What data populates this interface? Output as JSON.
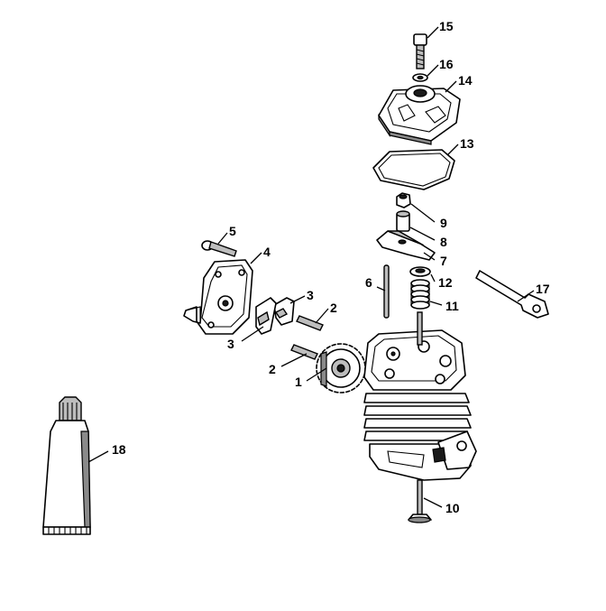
{
  "callouts": {
    "c1": "1",
    "c2a": "2",
    "c2b": "2",
    "c3a": "3",
    "c3b": "3",
    "c4": "4",
    "c5": "5",
    "c6": "6",
    "c7": "7",
    "c8": "8",
    "c9": "9",
    "c10": "10",
    "c11": "11",
    "c12": "12",
    "c13": "13",
    "c14": "14",
    "c15": "15",
    "c16": "16",
    "c17": "17",
    "c18": "18"
  }
}
